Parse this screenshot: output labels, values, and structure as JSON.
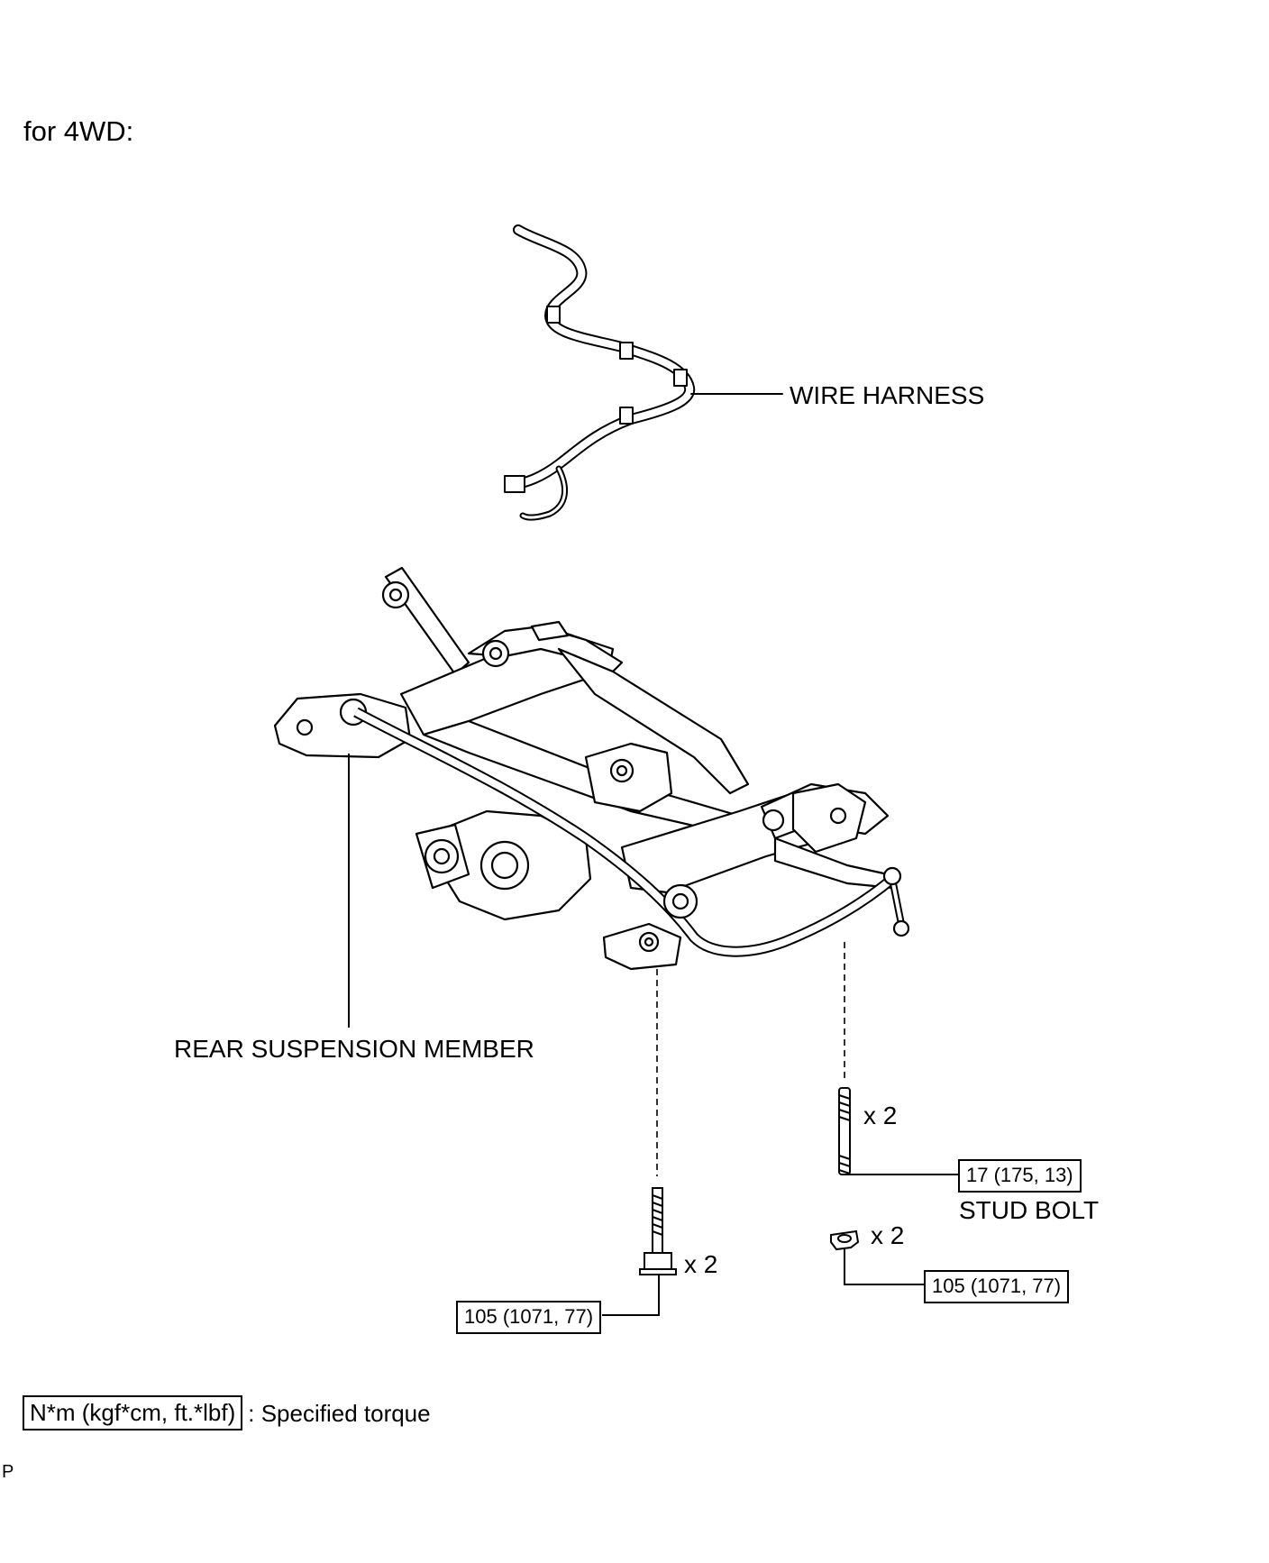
{
  "title": "for 4WD:",
  "labels": {
    "wire_harness": "WIRE HARNESS",
    "rear_suspension_member": "REAR SUSPENSION MEMBER",
    "stud_bolt": "STUD BOLT"
  },
  "quantities": {
    "stud_bolt_qty": "x 2",
    "nut_qty": "x 2",
    "bolt_qty": "x 2"
  },
  "torques": {
    "stud_bolt": "17 (175, 13)",
    "nut": "105 (1071, 77)",
    "bolt": "105 (1071, 77)"
  },
  "legend": {
    "unit_box": "N*m (kgf*cm, ft.*lbf)",
    "description": ": Specified torque"
  },
  "page_mark": "P",
  "icons": [
    "wire-harness-illustration",
    "rear-suspension-member-illustration",
    "bolt-icon",
    "stud-bolt-icon",
    "nut-icon"
  ]
}
